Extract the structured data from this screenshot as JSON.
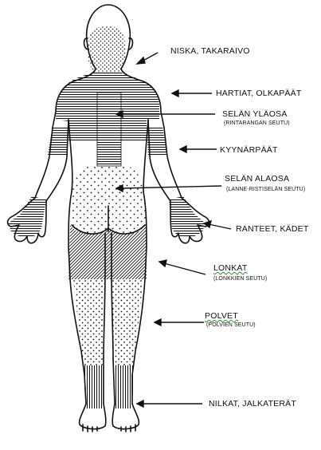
{
  "regions": [
    {
      "id": "neck",
      "label": "NISKA, TAKARAIVO",
      "sub": ""
    },
    {
      "id": "shoulders",
      "label": "HARTIAT, OLKAPÄÄT",
      "sub": ""
    },
    {
      "id": "upper_back",
      "label": "SELÄN YLÄOSA",
      "sub": "(RINTARANGAN SEUTU)"
    },
    {
      "id": "elbows",
      "label": "KYYNÄRPÄÄT",
      "sub": ""
    },
    {
      "id": "lower_back",
      "label": "SELÄN ALAOSA",
      "sub": "(LANNE-RISTISELÄN  SEUTU)"
    },
    {
      "id": "wrists",
      "label": "RANTEET, KÄDET",
      "sub": ""
    },
    {
      "id": "hips",
      "label": "LONKAT",
      "sub": "(LONKKIEN  SEUTU)"
    },
    {
      "id": "knees",
      "label": "POLVET",
      "sub": "(POLVIEN  SEUTU)"
    },
    {
      "id": "ankles",
      "label": "NILKAT, JALKATERÄT",
      "sub": ""
    }
  ],
  "colors": {
    "line": "#111111",
    "spellcheck_underline": "#2e8b2e"
  }
}
